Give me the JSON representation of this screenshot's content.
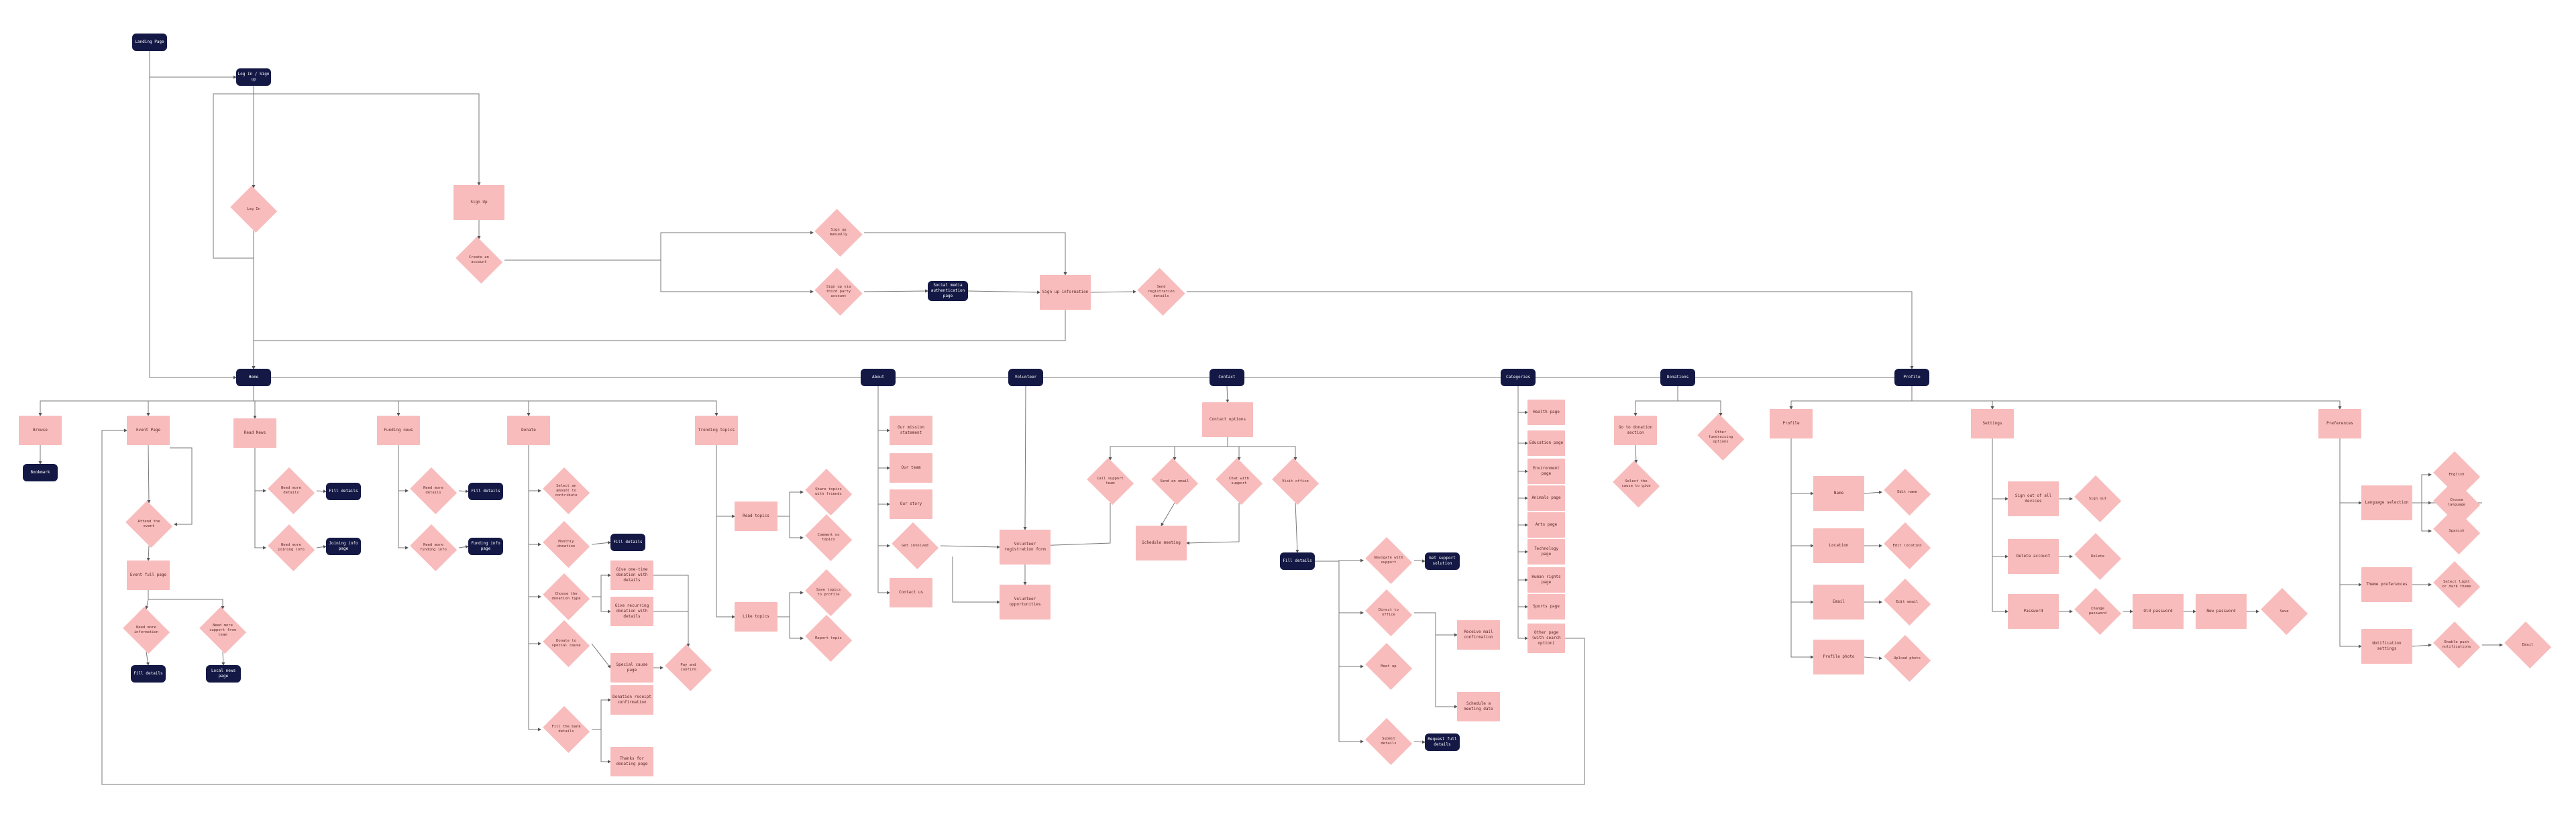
{
  "diagram": {
    "nodes": [
      {
        "id": "landing",
        "label": "Landing Page",
        "shape": "dark"
      },
      {
        "id": "login_signup",
        "label": "Log In / Sign up",
        "shape": "dark"
      },
      {
        "id": "log_in",
        "label": "Log In",
        "shape": "diamond"
      },
      {
        "id": "sign_up",
        "label": "Sign Up",
        "shape": "pink"
      },
      {
        "id": "create_account",
        "label": "Create an account",
        "shape": "diamond"
      },
      {
        "id": "sign_email",
        "label": "Sign up manually",
        "shape": "diamond"
      },
      {
        "id": "sign_social",
        "label": "Sign up via third party account",
        "shape": "diamond"
      },
      {
        "id": "social_auth",
        "label": "Social media authentication page",
        "shape": "dark"
      },
      {
        "id": "sign_info",
        "label": "Sign up information",
        "shape": "pink"
      },
      {
        "id": "send_info",
        "label": "Send registration details",
        "shape": "diamond"
      },
      {
        "id": "home",
        "label": "Home",
        "shape": "dark"
      },
      {
        "id": "about",
        "label": "About",
        "shape": "dark"
      },
      {
        "id": "volunteer",
        "label": "Volunteer",
        "shape": "dark"
      },
      {
        "id": "contact",
        "label": "Contact",
        "shape": "dark"
      },
      {
        "id": "categories",
        "label": "Categories",
        "shape": "dark"
      },
      {
        "id": "donations",
        "label": "Donations",
        "shape": "dark"
      },
      {
        "id": "profile",
        "label": "Profile",
        "shape": "dark"
      },
      {
        "id": "h_browse",
        "label": "Browse",
        "shape": "pink"
      },
      {
        "id": "h_bookmark",
        "label": "Bookmark",
        "shape": "dark"
      },
      {
        "id": "h_eventpage",
        "label": "Event Page",
        "shape": "pink"
      },
      {
        "id": "h_attend",
        "label": "Attend the event",
        "shape": "diamond"
      },
      {
        "id": "h_eventfull",
        "label": "Event full page",
        "shape": "pink"
      },
      {
        "id": "h_need_sure",
        "label": "Need more information",
        "shape": "diamond"
      },
      {
        "id": "h_need_sup",
        "label": "Need more support from team",
        "shape": "diamond"
      },
      {
        "id": "h_fill",
        "label": "Fill details",
        "shape": "dark"
      },
      {
        "id": "h_local",
        "label": "Local news page",
        "shape": "dark"
      },
      {
        "id": "h_readnews",
        "label": "Read News",
        "shape": "pink"
      },
      {
        "id": "rn_more",
        "label": "Need more details",
        "shape": "diamond"
      },
      {
        "id": "rn_fill",
        "label": "Fill details",
        "shape": "dark"
      },
      {
        "id": "rn_join",
        "label": "Need more joining info",
        "shape": "diamond"
      },
      {
        "id": "rn_join_dark",
        "label": "Joining info page",
        "shape": "dark"
      },
      {
        "id": "h_fund",
        "label": "Funding news",
        "shape": "pink"
      },
      {
        "id": "fn_more",
        "label": "Need more details",
        "shape": "diamond"
      },
      {
        "id": "fn_fill",
        "label": "Fill details",
        "shape": "dark"
      },
      {
        "id": "fn_fund",
        "label": "Need more funding info",
        "shape": "diamond"
      },
      {
        "id": "fn_dark",
        "label": "Funding info page",
        "shape": "dark"
      },
      {
        "id": "h_donate",
        "label": "Donate",
        "shape": "pink"
      },
      {
        "id": "dn_select",
        "label": "Select an amount to contribute",
        "shape": "diamond"
      },
      {
        "id": "dn_monthly",
        "label": "Monthly donation",
        "shape": "diamond"
      },
      {
        "id": "dn_monthly_dark",
        "label": "Fill details",
        "shape": "dark"
      },
      {
        "id": "dn_choose",
        "label": "Choose the donation type",
        "shape": "diamond"
      },
      {
        "id": "dn_card1",
        "label": "Give one-time donation with details",
        "shape": "pink"
      },
      {
        "id": "dn_card2",
        "label": "Give recurring donation with details",
        "shape": "pink"
      },
      {
        "id": "dn_special",
        "label": "Donate to special cause",
        "shape": "diamond"
      },
      {
        "id": "dn_causepage",
        "label": "Special cause page",
        "shape": "pink"
      },
      {
        "id": "dn_pay",
        "label": "Pay and confirm",
        "shape": "diamond"
      },
      {
        "id": "dn_fill2",
        "label": "Fill the bank details",
        "shape": "diamond"
      },
      {
        "id": "dn_confirm1",
        "label": "Donation receipt confirmation",
        "shape": "pink"
      },
      {
        "id": "dn_confirm2",
        "label": "Thanks for donating page",
        "shape": "pink"
      },
      {
        "id": "h_topics",
        "label": "Trending topics",
        "shape": "pink"
      },
      {
        "id": "tp_read",
        "label": "Read topics",
        "shape": "pink"
      },
      {
        "id": "tp_like",
        "label": "Like topics",
        "shape": "pink"
      },
      {
        "id": "tp_share",
        "label": "Share topics with friends",
        "shape": "diamond"
      },
      {
        "id": "tp_comment",
        "label": "Comment on topics",
        "shape": "diamond"
      },
      {
        "id": "tp_save",
        "label": "Save topics to profile",
        "shape": "diamond"
      },
      {
        "id": "tp_report",
        "label": "Report topic",
        "shape": "diamond"
      },
      {
        "id": "ab_mission",
        "label": "Our mission statement",
        "shape": "pink"
      },
      {
        "id": "ab_team",
        "label": "Our team",
        "shape": "pink"
      },
      {
        "id": "ab_story",
        "label": "Our story",
        "shape": "pink"
      },
      {
        "id": "ab_involve",
        "label": "Get involved",
        "shape": "diamond"
      },
      {
        "id": "ab_contact",
        "label": "Contact us",
        "shape": "pink"
      },
      {
        "id": "vo_reg",
        "label": "Volunteer registration form",
        "shape": "pink"
      },
      {
        "id": "vo_oppor",
        "label": "Volunteer opportunities",
        "shape": "pink"
      },
      {
        "id": "ct_option",
        "label": "Contact options",
        "shape": "pink"
      },
      {
        "id": "ct_call",
        "label": "Call support team",
        "shape": "diamond"
      },
      {
        "id": "ct_email",
        "label": "Send an email",
        "shape": "diamond"
      },
      {
        "id": "ct_chat",
        "label": "Chat with support",
        "shape": "diamond"
      },
      {
        "id": "ct_visit",
        "label": "Visit office",
        "shape": "diamond"
      },
      {
        "id": "ct_meet",
        "label": "Schedule meeting",
        "shape": "pink"
      },
      {
        "id": "ct_fill",
        "label": "Fill details",
        "shape": "dark"
      },
      {
        "id": "ct_nav",
        "label": "Navigate with support",
        "shape": "diamond"
      },
      {
        "id": "ct_nav_dark",
        "label": "Get support solution",
        "shape": "dark"
      },
      {
        "id": "ct_direct",
        "label": "Direct to office",
        "shape": "diamond"
      },
      {
        "id": "ct_meetup",
        "label": "Meet up",
        "shape": "diamond"
      },
      {
        "id": "ct_mail1",
        "label": "Receive mail confirmation",
        "shape": "pink"
      },
      {
        "id": "ct_mail2",
        "label": "Schedule a meeting date",
        "shape": "pink"
      },
      {
        "id": "ct_sub",
        "label": "Submit details",
        "shape": "diamond"
      },
      {
        "id": "ct_sub_dark",
        "label": "Request full details",
        "shape": "dark"
      },
      {
        "id": "cat_1",
        "label": "Health page",
        "shape": "pink"
      },
      {
        "id": "cat_2",
        "label": "Education page",
        "shape": "pink"
      },
      {
        "id": "cat_3",
        "label": "Environment page",
        "shape": "pink"
      },
      {
        "id": "cat_4",
        "label": "Animals page",
        "shape": "pink"
      },
      {
        "id": "cat_5",
        "label": "Arts page",
        "shape": "pink"
      },
      {
        "id": "cat_6",
        "label": "Technology page",
        "shape": "pink"
      },
      {
        "id": "cat_7",
        "label": "Human rights page",
        "shape": "pink"
      },
      {
        "id": "cat_8",
        "label": "Sports page",
        "shape": "pink"
      },
      {
        "id": "cat_9",
        "label": "Other page (with search option)",
        "shape": "pink"
      },
      {
        "id": "do_page",
        "label": "Go to donation section",
        "shape": "pink"
      },
      {
        "id": "do_select",
        "label": "Select the cause to give",
        "shape": "diamond"
      },
      {
        "id": "do_other",
        "label": "Other fundraising options",
        "shape": "diamond"
      },
      {
        "id": "pf_profile",
        "label": "Profile",
        "shape": "pink"
      },
      {
        "id": "pf_name",
        "label": "Name",
        "shape": "pink"
      },
      {
        "id": "pf_name_d",
        "label": "Edit name",
        "shape": "diamond"
      },
      {
        "id": "pf_location",
        "label": "Location",
        "shape": "pink"
      },
      {
        "id": "pf_loc_d",
        "label": "Edit location",
        "shape": "diamond"
      },
      {
        "id": "pf_email",
        "label": "Email",
        "shape": "pink"
      },
      {
        "id": "pf_email_d",
        "label": "Edit email",
        "shape": "diamond"
      },
      {
        "id": "pf_photo",
        "label": "Profile photo",
        "shape": "pink"
      },
      {
        "id": "pf_photo_d",
        "label": "Upload photo",
        "shape": "diamond"
      },
      {
        "id": "se_settings",
        "label": "Settings",
        "shape": "pink"
      },
      {
        "id": "se_notif",
        "label": "Sign out of all devices",
        "shape": "pink"
      },
      {
        "id": "se_notif_d",
        "label": "Sign out",
        "shape": "diamond"
      },
      {
        "id": "se_privacy",
        "label": "Delete account",
        "shape": "pink"
      },
      {
        "id": "se_privacy_d",
        "label": "Delete",
        "shape": "diamond"
      },
      {
        "id": "se_pass",
        "label": "Password",
        "shape": "pink"
      },
      {
        "id": "se_pass_d",
        "label": "Change password",
        "shape": "diamond"
      },
      {
        "id": "se_old",
        "label": "Old password",
        "shape": "pink"
      },
      {
        "id": "se_new",
        "label": "New password",
        "shape": "pink"
      },
      {
        "id": "se_save",
        "label": "Save",
        "shape": "diamond"
      },
      {
        "id": "pr_pref",
        "label": "Preferences",
        "shape": "pink"
      },
      {
        "id": "pr_lang",
        "label": "Language selection",
        "shape": "pink"
      },
      {
        "id": "pr_theme",
        "label": "Theme preferences",
        "shape": "pink"
      },
      {
        "id": "pr_notif",
        "label": "Notification settings",
        "shape": "pink"
      },
      {
        "id": "pr_lang_d",
        "label": "Choose language",
        "shape": "diamond"
      },
      {
        "id": "pr_en",
        "label": "English",
        "shape": "diamond"
      },
      {
        "id": "pr_es",
        "label": "Spanish",
        "shape": "diamond"
      },
      {
        "id": "pr_theme_d",
        "label": "Select light or dark theme",
        "shape": "diamond"
      },
      {
        "id": "pr_notif_d",
        "label": "Enable push notifications",
        "shape": "diamond"
      },
      {
        "id": "pr_sms",
        "label": "Email",
        "shape": "diamond"
      }
    ]
  }
}
